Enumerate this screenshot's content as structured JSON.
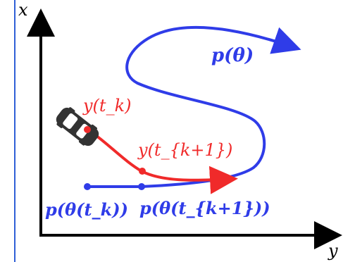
{
  "colors": {
    "axis": "#000000",
    "path": "#2f3ce8",
    "trajectory": "#f02a2a",
    "left_border": "#2f5fd6",
    "vehicle_body": "#333333",
    "vehicle_window": "#ffffff"
  },
  "axes": {
    "x_label": "x",
    "y_label": "y"
  },
  "labels": {
    "path": "p(θ)",
    "y_tk": "y(t_k)",
    "y_tk1": "y(t_{k+1})",
    "p_theta_tk": "p(θ(t_k))",
    "p_theta_tk1": "p(θ(t_{k+1}))"
  },
  "icons": {
    "vehicle": "car-icon"
  }
}
